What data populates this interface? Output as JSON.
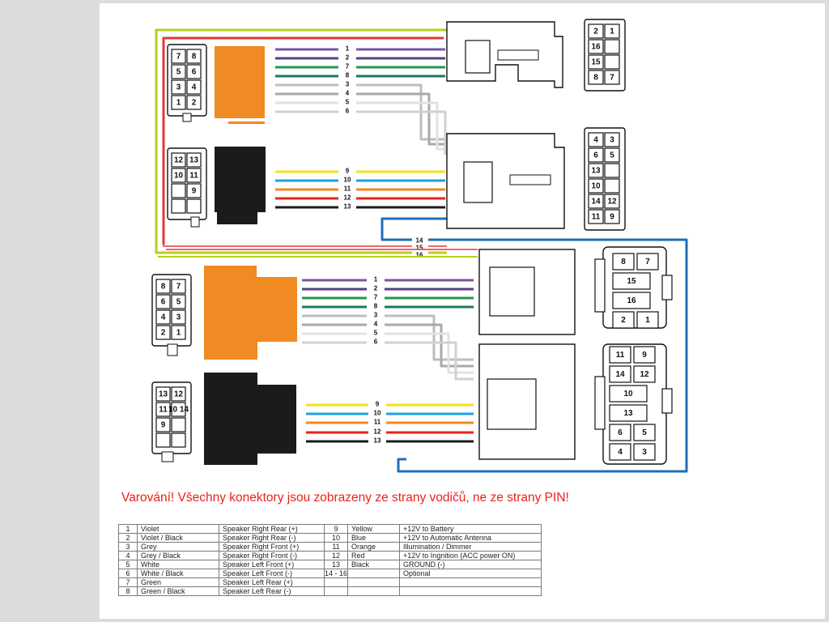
{
  "warning": "Varování! Všechny konektory jsou zobrazeny ze strany vodičů, ne ze strany PIN!",
  "legend": {
    "left": [
      {
        "pin": "1",
        "color": "Violet",
        "function": "Speaker Right Rear (+)"
      },
      {
        "pin": "2",
        "color": "Violet / Black",
        "function": "Speaker Right Rear (-)"
      },
      {
        "pin": "3",
        "color": "Grey",
        "function": "Speaker Right Front (+)"
      },
      {
        "pin": "4",
        "color": "Grey / Black",
        "function": "Speaker Right Front (-)"
      },
      {
        "pin": "5",
        "color": "White",
        "function": "Speaker Left Front (+)"
      },
      {
        "pin": "6",
        "color": "White / Black",
        "function": "Speaker Left Front (-)"
      },
      {
        "pin": "7",
        "color": "Green",
        "function": "Speaker Left Rear (+)"
      },
      {
        "pin": "8",
        "color": "Green / Black",
        "function": "Speaker Left Rear (-)"
      }
    ],
    "right": [
      {
        "pin": "9",
        "color": "Yellow",
        "function": "+12V to Battery"
      },
      {
        "pin": "10",
        "color": "Blue",
        "function": "+12V to Automatic Antenna"
      },
      {
        "pin": "11",
        "color": "Orange",
        "function": "Illumination / Dimmer"
      },
      {
        "pin": "12",
        "color": "Red",
        "function": "+12V to Ingnition (ACC power ON)"
      },
      {
        "pin": "13",
        "color": "Black",
        "function": "GROUND (-)"
      },
      {
        "pin": "14 - 16",
        "color": "",
        "function": "Optional"
      },
      {
        "pin": "",
        "color": "",
        "function": ""
      },
      {
        "pin": "",
        "color": "",
        "function": ""
      }
    ]
  },
  "top_section": {
    "left_speaker_connector": {
      "pins": [
        "7",
        "8",
        "5",
        "6",
        "3",
        "4",
        "1",
        "2"
      ]
    },
    "left_power_connector": {
      "pins": [
        "12",
        "13",
        "10",
        "11",
        "",
        "9",
        "",
        ""
      ]
    },
    "speaker_wires": [
      "1",
      "2",
      "7",
      "8",
      "3",
      "4",
      "5",
      "6"
    ],
    "power_wires": [
      "9",
      "10",
      "11",
      "12",
      "13"
    ],
    "long_wires": [
      "14",
      "15",
      "16"
    ],
    "right_connector_a": {
      "pins": [
        "2",
        "1",
        "16",
        "",
        "15",
        "",
        "8",
        "7"
      ]
    },
    "right_connector_b": {
      "pins": [
        "4",
        "3",
        "6",
        "5",
        "13",
        "",
        "10",
        "",
        "14",
        "12",
        "11",
        "9"
      ]
    }
  },
  "bottom_section": {
    "left_speaker_connector": {
      "pins": [
        "8",
        "7",
        "6",
        "5",
        "4",
        "3",
        "2",
        "1"
      ]
    },
    "left_power_connector": {
      "pins": [
        "13",
        "12",
        "11",
        "10 14",
        "9",
        "",
        "",
        ""
      ]
    },
    "speaker_wires": [
      "1",
      "2",
      "7",
      "8",
      "3",
      "4",
      "5",
      "6"
    ],
    "power_wires": [
      "9",
      "10",
      "11",
      "12",
      "13"
    ],
    "right_connector_a": {
      "pins": [
        "8",
        "7",
        "15",
        "16",
        "2",
        "1"
      ]
    },
    "right_connector_b": {
      "pins": [
        "11",
        "9",
        "14",
        "12",
        "10",
        "13",
        "6",
        "5",
        "4",
        "3"
      ]
    }
  },
  "wire_colors": {
    "1": "#7b55a6",
    "2": "#5b3f86",
    "7": "#1f9a48",
    "8": "#1c7a5c",
    "3": "#bdbdbd",
    "4": "#a9a9a9",
    "5": "#e2e2e2",
    "6": "#d0d0d0",
    "9": "#f5e216",
    "10": "#1aa3e0",
    "11": "#f08a22",
    "12": "#e3241b",
    "13": "#1a1a1a",
    "14": "#1e6fb8",
    "15": "#e13a36",
    "16": "#b9cf1a"
  }
}
